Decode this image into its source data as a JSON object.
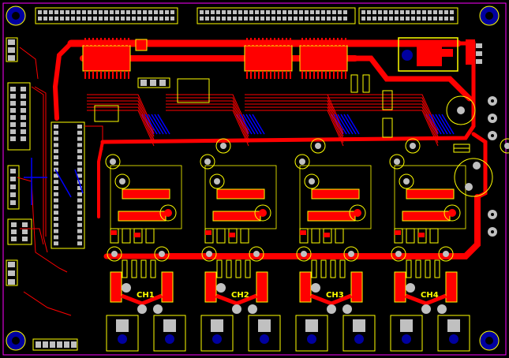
{
  "board": {
    "background": "#000000",
    "outline_color": "#ff00ff",
    "top_copper": "#ff0000",
    "bottom_copper": "#0000ff",
    "silkscreen": "#ffff00",
    "pad_color": "#c0c0c0",
    "mounting_hole": "#000080"
  },
  "channels": [
    {
      "label": "CH1"
    },
    {
      "label": "CH2"
    },
    {
      "label": "CH3"
    },
    {
      "label": "CH4"
    }
  ]
}
